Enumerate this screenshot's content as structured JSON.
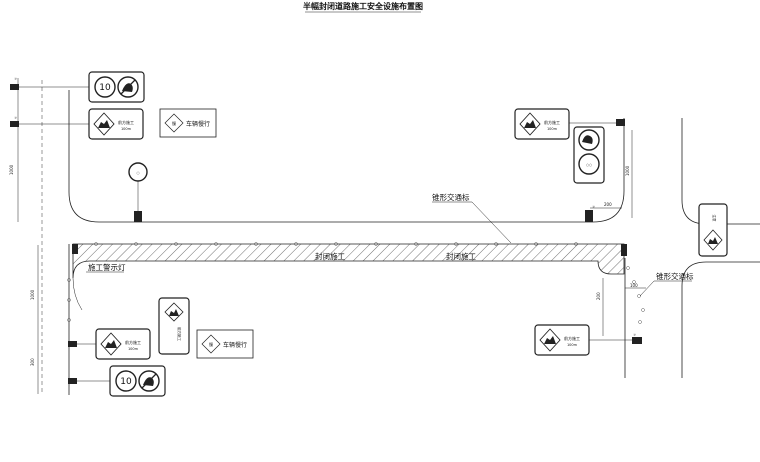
{
  "title": "半幅封闭道路施工安全设施布置图",
  "labels": {
    "road_closed_1": "封闭施工",
    "road_closed_2": "封闭施工",
    "warning_light": "施工警示灯",
    "cone_label_top": "锥形交通标",
    "cone_label_right": "锥形交通标"
  },
  "signs": {
    "speed_limit": "10",
    "work_ahead_line1": "前方施工",
    "work_ahead_line2": "100m",
    "slow_text": "车辆慢行",
    "slow_diamond": "慢"
  },
  "dimensions": {
    "left_top": "1000",
    "left_mid": "1000",
    "left_bottom": "300",
    "right_vertical": "1000",
    "right_turn_top": "200",
    "right_turn_mid": "200",
    "right_low": "100"
  },
  "colors": {
    "line": "#222222",
    "background": "#ffffff"
  },
  "icons": [
    "speed-limit-10-icon",
    "no-overtaking-icon",
    "road-work-icon",
    "slow-down-icon",
    "detour-icon"
  ]
}
